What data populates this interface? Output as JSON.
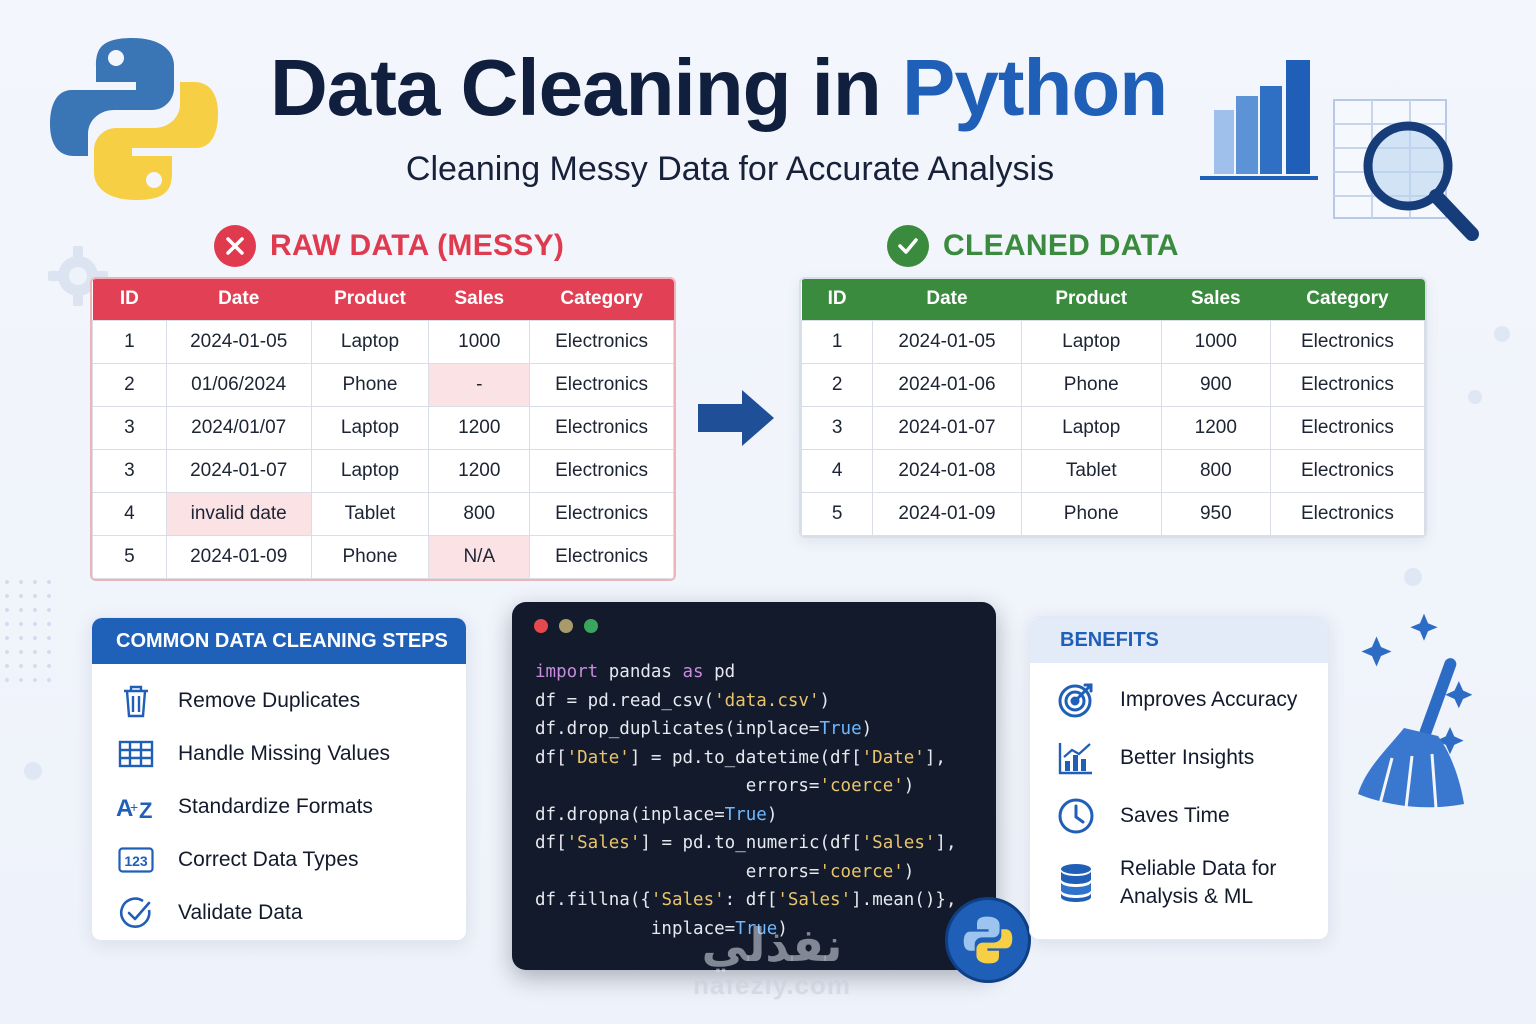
{
  "header": {
    "title_main": "Data Cleaning in",
    "title_accent": "Python",
    "subtitle": "Cleaning Messy Data for Accurate Analysis"
  },
  "raw": {
    "heading": "RAW DATA (MESSY)",
    "columns": [
      "ID",
      "Date",
      "Product",
      "Sales",
      "Category"
    ],
    "rows": [
      [
        "1",
        "2024-01-05",
        "Laptop",
        "1000",
        "Electronics"
      ],
      [
        "2",
        "01/06/2024",
        "Phone",
        "-",
        "Electronics"
      ],
      [
        "3",
        "2024/01/07",
        "Laptop",
        "1200",
        "Electronics"
      ],
      [
        "3",
        "2024-01-07",
        "Laptop",
        "1200",
        "Electronics"
      ],
      [
        "4",
        "invalid date",
        "Tablet",
        "800",
        "Electronics"
      ],
      [
        "5",
        "2024-01-09",
        "Phone",
        "N/A",
        "Electronics"
      ]
    ]
  },
  "clean": {
    "heading": "CLEANED DATA",
    "columns": [
      "ID",
      "Date",
      "Product",
      "Sales",
      "Category"
    ],
    "rows": [
      [
        "1",
        "2024-01-05",
        "Laptop",
        "1000",
        "Electronics"
      ],
      [
        "2",
        "2024-01-06",
        "Phone",
        "900",
        "Electronics"
      ],
      [
        "3",
        "2024-01-07",
        "Laptop",
        "1200",
        "Electronics"
      ],
      [
        "4",
        "2024-01-08",
        "Tablet",
        "800",
        "Electronics"
      ],
      [
        "5",
        "2024-01-09",
        "Phone",
        "950",
        "Electronics"
      ]
    ]
  },
  "steps": {
    "heading": "COMMON DATA CLEANING STEPS",
    "items": [
      {
        "icon": "trash-icon",
        "label": "Remove Duplicates"
      },
      {
        "icon": "table-grid-icon",
        "label": "Handle Missing Values"
      },
      {
        "icon": "az-format-icon",
        "label": "Standardize Formats"
      },
      {
        "icon": "number-type-icon",
        "label": "Correct Data Types"
      },
      {
        "icon": "check-circle-icon",
        "label": "Validate Data"
      }
    ]
  },
  "code": {
    "lines": [
      [
        [
          "kw",
          "import"
        ],
        [
          "t",
          " pandas "
        ],
        [
          "kw",
          "as"
        ],
        [
          "t",
          " pd"
        ]
      ],
      [
        [
          "t",
          "df = pd.read_csv("
        ],
        [
          "str",
          "'data.csv'"
        ],
        [
          "t",
          ")"
        ]
      ],
      [
        [
          "t",
          "df.drop_duplicates(inplace="
        ],
        [
          "bool",
          "True"
        ],
        [
          "t",
          ")"
        ]
      ],
      [
        [
          "t",
          "df["
        ],
        [
          "str",
          "'Date'"
        ],
        [
          "t",
          "] = pd.to_datetime(df["
        ],
        [
          "str",
          "'Date'"
        ],
        [
          "t",
          "],"
        ]
      ],
      [
        [
          "t",
          "                    errors="
        ],
        [
          "str",
          "'coerce'"
        ],
        [
          "t",
          ")"
        ]
      ],
      [
        [
          "t",
          "df.dropna(inplace="
        ],
        [
          "bool",
          "True"
        ],
        [
          "t",
          ")"
        ]
      ],
      [
        [
          "t",
          "df["
        ],
        [
          "str",
          "'Sales'"
        ],
        [
          "t",
          "] = pd.to_numeric(df["
        ],
        [
          "str",
          "'Sales'"
        ],
        [
          "t",
          "],"
        ]
      ],
      [
        [
          "t",
          "                    errors="
        ],
        [
          "str",
          "'coerce'"
        ],
        [
          "t",
          ")"
        ]
      ],
      [
        [
          "t",
          "df.fillna({"
        ],
        [
          "str",
          "'Sales'"
        ],
        [
          "t",
          ": df["
        ],
        [
          "str",
          "'Sales'"
        ],
        [
          "t",
          "].mean()},"
        ]
      ],
      [
        [
          "t",
          "           inplace="
        ],
        [
          "bool",
          "True"
        ],
        [
          "t",
          ")"
        ]
      ]
    ]
  },
  "benefits": {
    "heading": "BENEFITS",
    "items": [
      {
        "icon": "target-icon",
        "label": "Improves Accuracy"
      },
      {
        "icon": "bar-chart-icon",
        "label": "Better Insights"
      },
      {
        "icon": "clock-icon",
        "label": "Saves Time"
      },
      {
        "icon": "database-icon",
        "label": "Reliable Data for Analysis & ML"
      }
    ]
  },
  "watermark": {
    "arabic": "نفذلي",
    "latin": "nafezly.com"
  },
  "colors": {
    "navy": "#0f1f3d",
    "python_blue": "#1f5fb8",
    "raw_red": "#e24155",
    "clean_green": "#3a8b3e",
    "code_bg": "#121a2b"
  }
}
